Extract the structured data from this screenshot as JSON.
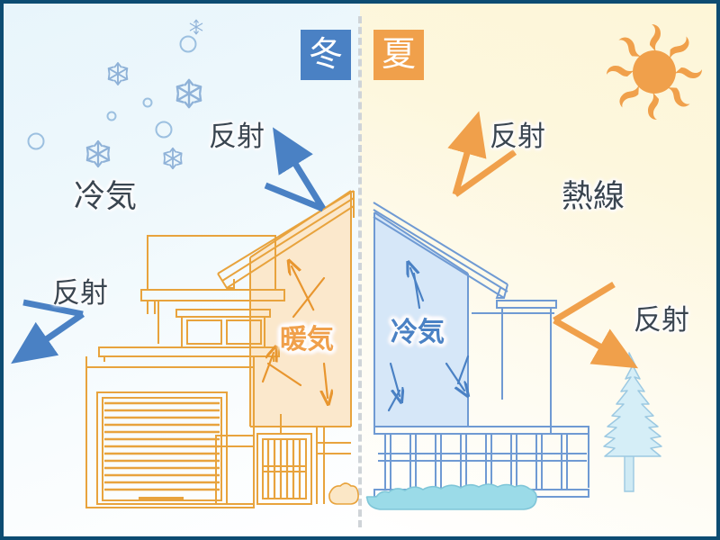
{
  "figure": {
    "title_winter": "冬",
    "title_summer": "夏",
    "accent_winter": "#4a81c4",
    "accent_summer": "#f0a04b",
    "line_winter": "#6f9ad3",
    "line_summer": "#e8a33d",
    "text_color": "#3a4550",
    "border_color": "#0d4c72",
    "bg_winter": "#e8f5fb",
    "bg_summer": "#fdf6d8"
  },
  "winter": {
    "badge_label": "冬",
    "labels": {
      "reflect_roof": "反射",
      "cold_air_outside": "冷気",
      "reflect_wall": "反射",
      "warm_air_inside": "暖気"
    },
    "icons": {
      "snowflake": "snowflake-icon",
      "bubble": "circle-outline-icon"
    },
    "snowflake_count": 5,
    "bubble_count": 5
  },
  "summer": {
    "badge_label": "夏",
    "labels": {
      "reflect_roof": "反射",
      "heat_ray": "熱線",
      "reflect_wall": "反射",
      "cold_air_inside": "冷気"
    },
    "icons": {
      "sun": "sun-icon",
      "tree": "conifer-tree-icon",
      "hedge": "hedge-icon",
      "fence": "fence-icon"
    }
  },
  "house": {
    "left_elements": [
      "roof-eave",
      "upper-window",
      "garage-shutter",
      "slat-gate",
      "balcony",
      "shrub"
    ],
    "right_elements": [
      "roof-eave",
      "awning",
      "fence",
      "hedge"
    ]
  }
}
